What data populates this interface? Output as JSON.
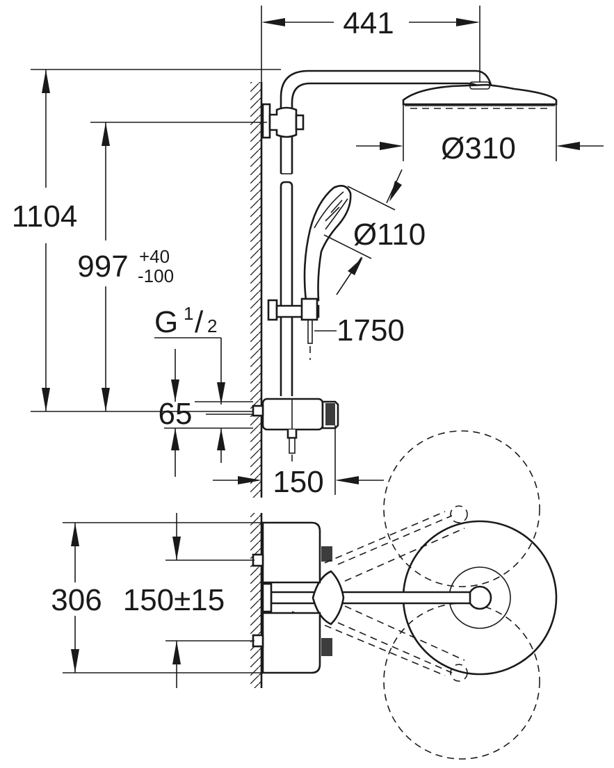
{
  "dimensions": {
    "width_overall": "441",
    "height_overall": "1104",
    "height_mixer_to_head": "997",
    "tol_plus": "+40",
    "tol_minus": "-100",
    "thread_prefix": "G",
    "thread_num": "1",
    "thread_den": "2",
    "outlet_offset": "65",
    "mixer_depth": "150",
    "overhead_diameter": "Ø310",
    "hand_diameter": "Ø110",
    "hose_length": "1750",
    "centre_distance": "306",
    "centre_adjust": "150±15"
  }
}
